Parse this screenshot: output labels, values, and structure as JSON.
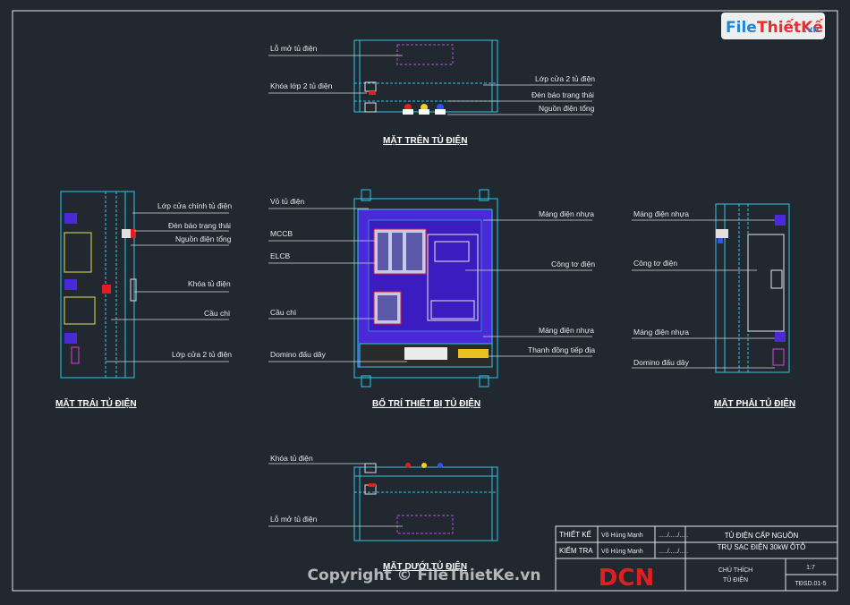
{
  "watermark": {
    "logo_file": "File",
    "logo_thietke": "ThiếtKế",
    "logo_vn": ".vn",
    "copyright": "Copyright © FileThietKe.vn"
  },
  "views": {
    "top": {
      "title": "MẶT TRÊN TỦ ĐIỆN",
      "labels": [
        "Lỗ mở tủ điện",
        "Khóa lớp 2 tủ điện",
        "Lớp cửa 2 tủ điện",
        "Đèn báo trạng thái",
        "Nguồn điện tổng"
      ]
    },
    "left": {
      "title": "MẶT TRÁI TỦ ĐIỆN",
      "labels": [
        "Lớp cửa chính tủ điện",
        "Đèn báo trạng thái",
        "Nguồn điện tổng",
        "Khóa tủ điện",
        "Cầu chì",
        "Lớp cửa 2 tủ điện"
      ]
    },
    "front": {
      "title": "BỐ TRÍ THIẾT BỊ TỦ ĐIỆN",
      "labels_left": [
        "Vỏ tủ điện",
        "MCCB",
        "ELCB",
        "Cầu chì",
        "Domino đấu dây"
      ],
      "labels_right": [
        "Máng điện nhựa",
        "Công tơ điện",
        "Máng điện nhựa",
        "Thanh đồng tiếp địa"
      ]
    },
    "right": {
      "title": "MẶT PHẢI TỦ ĐIỆN",
      "labels": [
        "Máng điện nhựa",
        "Công tơ điện",
        "Máng điện nhựa",
        "Domino đấu dây"
      ]
    },
    "bottom": {
      "title": "MẶT DƯỚI TỦ ĐIỆN",
      "labels": [
        "Khóa tủ điện",
        "Lỗ mở tủ điện"
      ]
    }
  },
  "title_block": {
    "designer_label": "THIẾT KẾ",
    "designer_name": "Võ Hùng Mạnh",
    "checker_label": "KIỂM TRA",
    "checker_name": "Võ Hùng Mạnh",
    "date_placeholder": "...../...../.....",
    "project_line1": "TỦ ĐIỆN CẤP NGUỒN",
    "project_line2": "TRỤ SẠC ĐIỆN 30kW ÔTÔ",
    "note_line1": "CHÚ THÍCH",
    "note_line2": "TỦ ĐIỆN",
    "scale": "1:7",
    "drawing_no": "TĐSD.01-5",
    "company_logo": "DCN"
  },
  "colors": {
    "background": "#212830",
    "outline": "#2fc6e8",
    "panel_fill": "#4a2ad8",
    "brand_red": "#e02020"
  }
}
